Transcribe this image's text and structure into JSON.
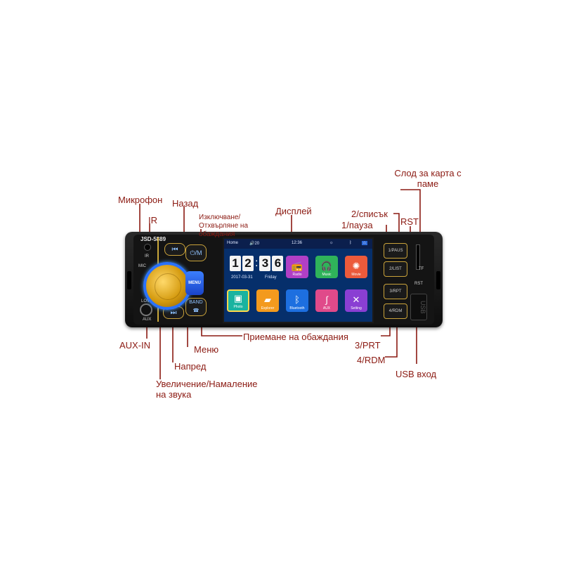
{
  "labels": {
    "microphone": "Микрофон",
    "ir": "IR",
    "back": "Назад",
    "power_reject": "Изключване/Отхвърляне на обаждания",
    "display": "Дисплей",
    "list": "2/списък",
    "pause": "1/пауза",
    "card_slot": "Слод за карта с паме",
    "rst": "RST",
    "answer_call": "Приемане на обаждания",
    "aux_in": "AUX-IN",
    "menu": "Меню",
    "forward": "Напред",
    "volume": "Увеличение/Намаление на звука",
    "prt": "3/PRT",
    "rdm": "4/RDM",
    "usb": "USB вход"
  },
  "device": {
    "model": "JSD-5889",
    "ir": "IR",
    "mic": "MIC",
    "lov": "LOV",
    "aux": "AUX",
    "menu": "MENU",
    "band": "BAND",
    "power": "⏻/M",
    "prev": "⏮",
    "next": "⏭",
    "tf": "TF",
    "rst": "RST",
    "usb": "USB",
    "right_buttons": [
      "1/PAUS",
      "2/LIST",
      "3/RPT",
      "4/RDM"
    ],
    "screen": {
      "home": "Home",
      "volume": "🔊20",
      "time_bar": "12:36",
      "clock_digits": [
        "1",
        "2",
        "3",
        "6"
      ],
      "date": "2017-03-31",
      "day": "Friday",
      "apps": [
        {
          "label": "Radio",
          "icon": "radio-icon",
          "color": "#b13fc6"
        },
        {
          "label": "Music",
          "icon": "music-icon",
          "color": "#2fb35a"
        },
        {
          "label": "Movie",
          "icon": "movie-icon",
          "color": "#ec5a3b"
        },
        {
          "label": "Photo",
          "icon": "photo-icon",
          "color": "#1ab3a0"
        },
        {
          "label": "Explorer",
          "icon": "folder-icon",
          "color": "#f39a1e"
        },
        {
          "label": "Bluetooth",
          "icon": "bluetooth-icon",
          "color": "#1d6fe0"
        },
        {
          "label": "AUX",
          "icon": "aux-icon",
          "color": "#e04a8a"
        },
        {
          "label": "Setting",
          "icon": "settings-icon",
          "color": "#8a3fd3"
        }
      ]
    }
  },
  "colors": {
    "label": "#8b1a12",
    "gold": "#c9a23a",
    "blue": "#2a72ff"
  }
}
